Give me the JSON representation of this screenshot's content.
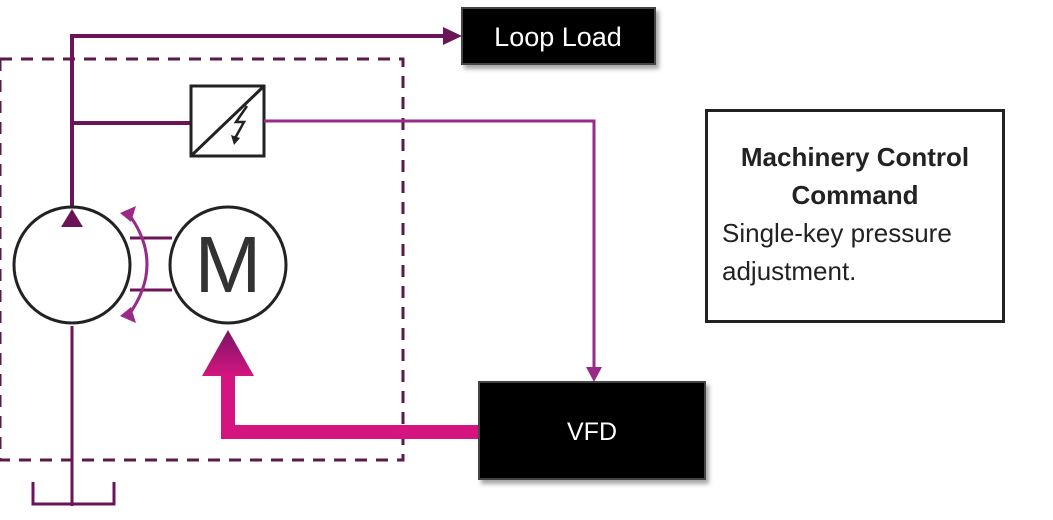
{
  "loop_load": {
    "label": "Loop Load"
  },
  "vfd": {
    "label": "VFD"
  },
  "motor": {
    "symbol": "M"
  },
  "note": {
    "title": "Machinery Control Command",
    "body": "Single-key pressure adjustment."
  },
  "colors": {
    "dark_purple": "#6b1457",
    "signal_purple": "#9a2a87",
    "magenta": "#d4157f",
    "box_black": "#000000",
    "outline": "#222222"
  }
}
